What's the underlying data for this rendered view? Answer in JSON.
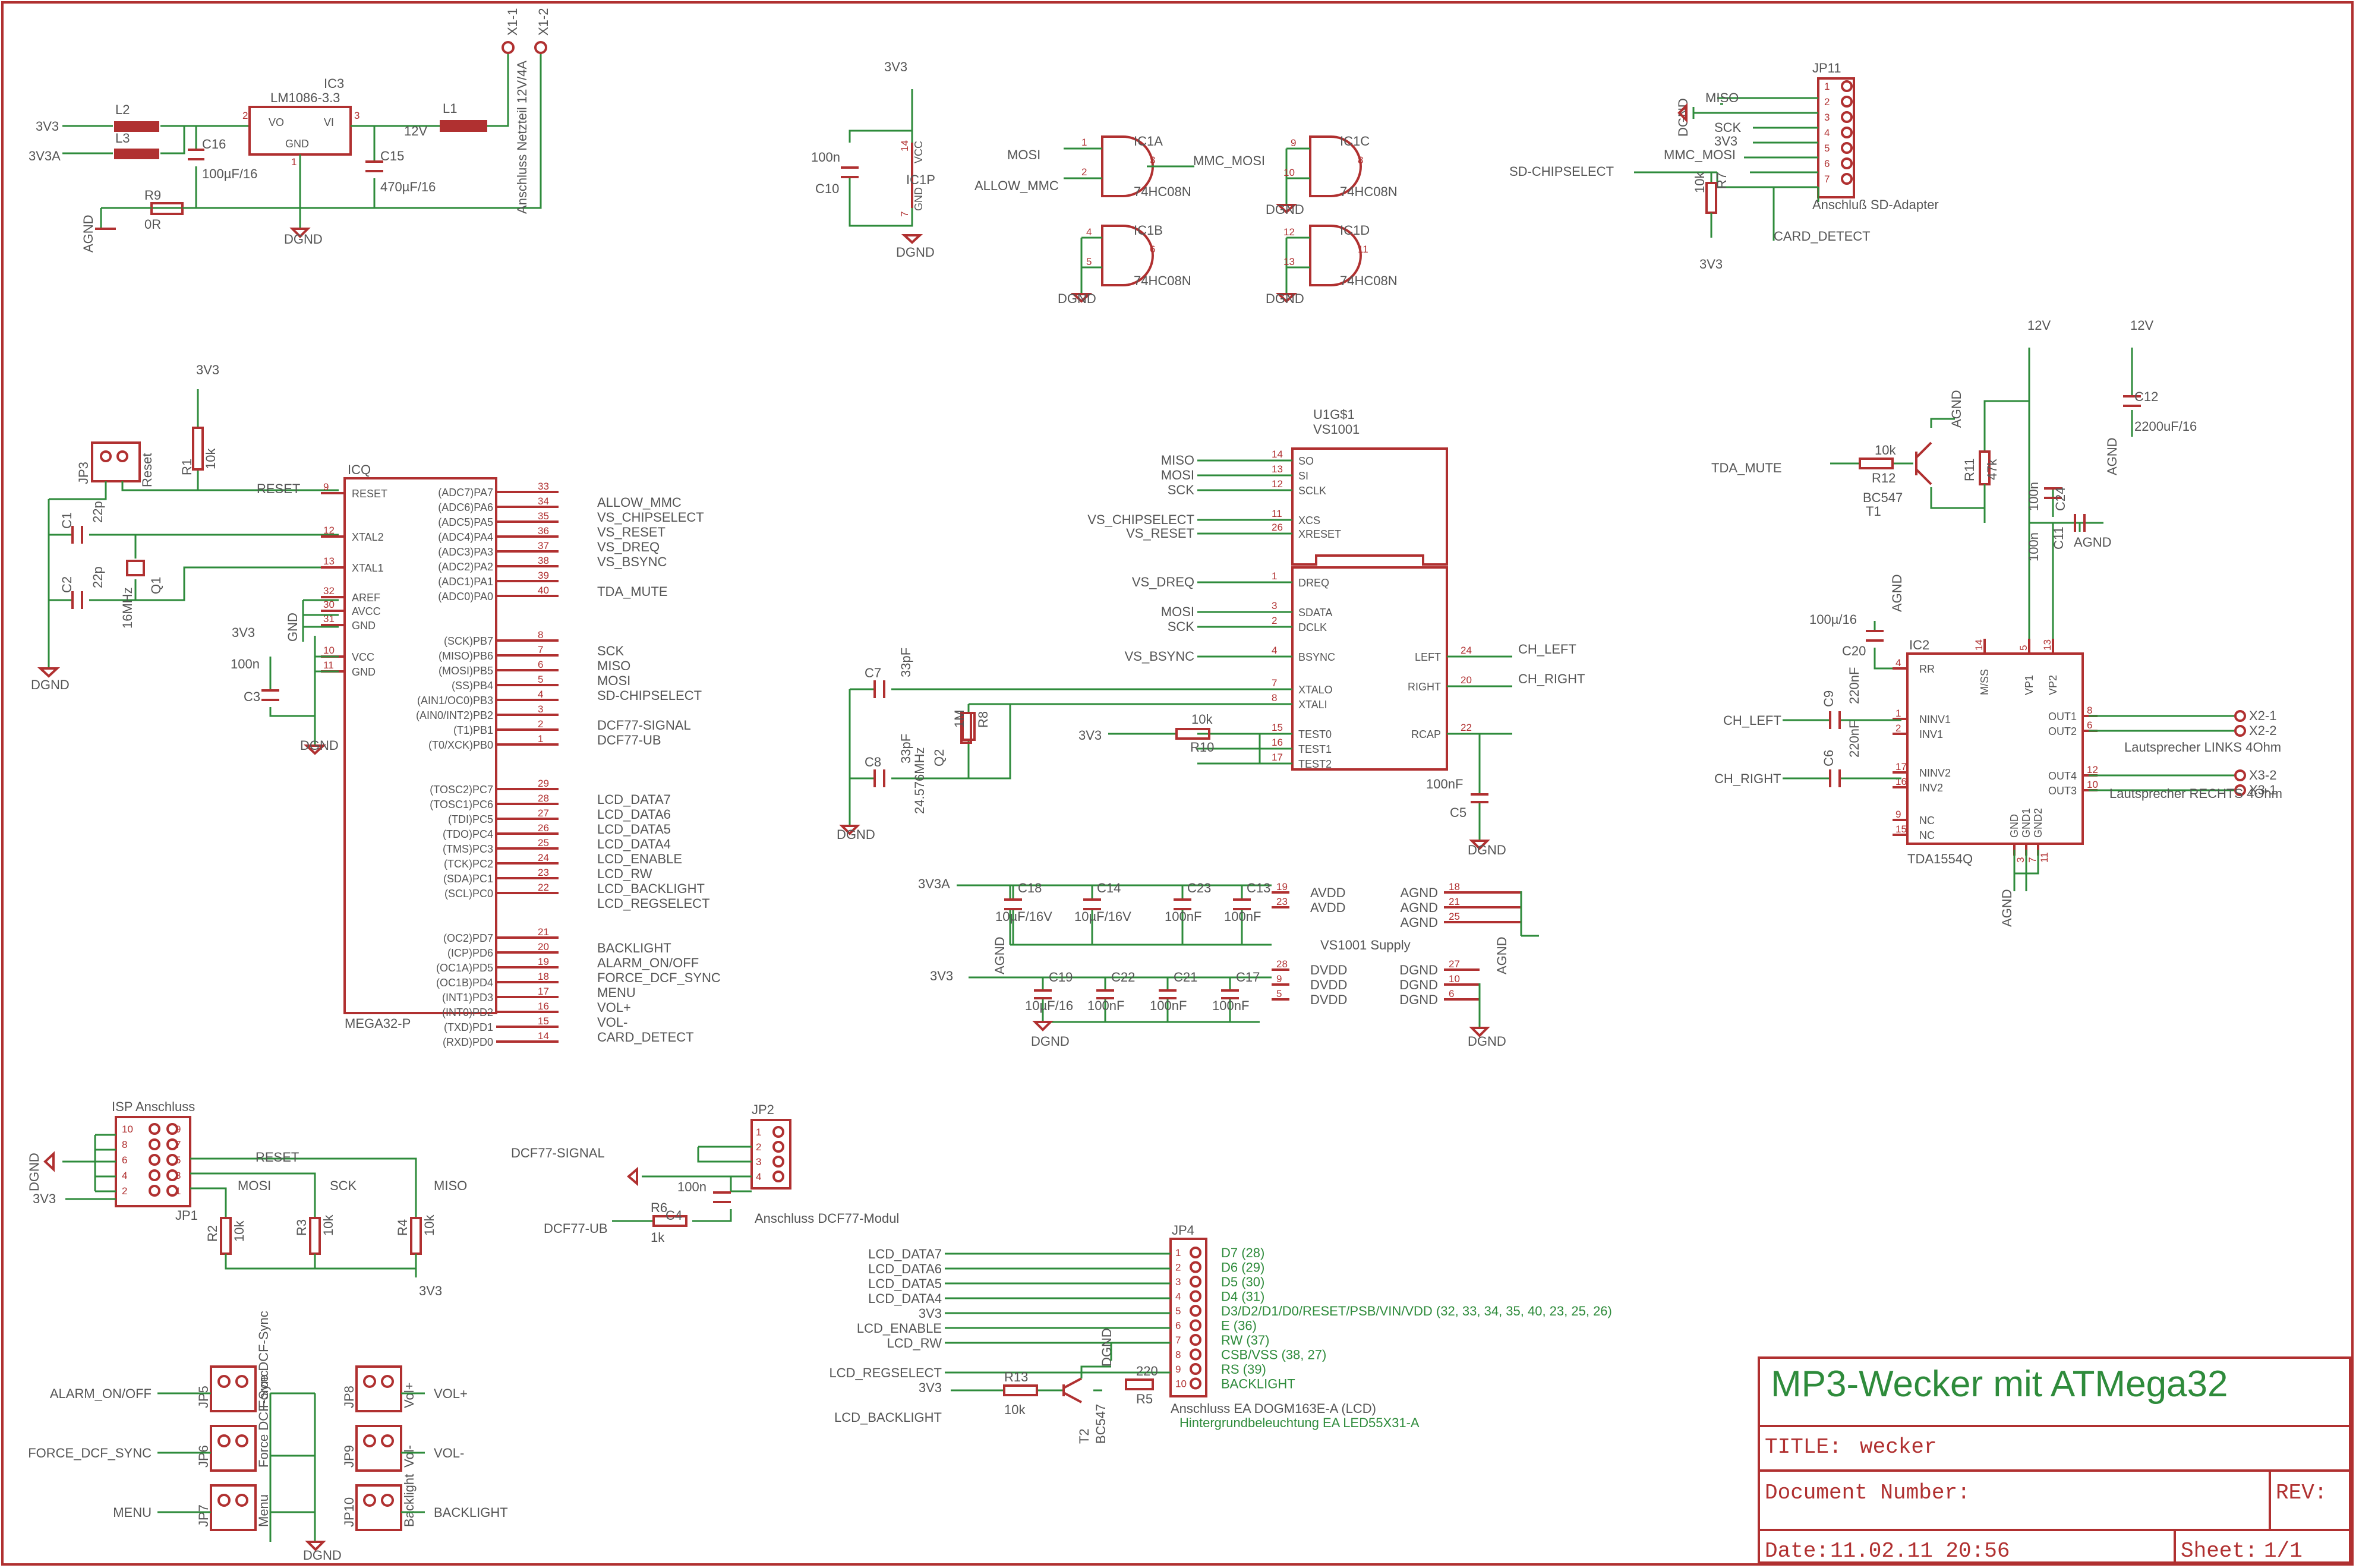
{
  "power": {
    "net_3v3": "3V3",
    "net_3v3a": "3V3A",
    "l2": "L2",
    "l3": "L3",
    "c16": "C16",
    "c16_val": "100µF/16",
    "ic3": "IC3",
    "ic3_part": "LM1086-3.3",
    "vo": "VO",
    "vi": "VI",
    "gnd": "GND",
    "pin1": "1",
    "pin2": "2",
    "pin3": "3",
    "c15": "C15",
    "c15_val": "470µF/16",
    "net_12v": "12V",
    "l1": "L1",
    "x1_1": "X1-1",
    "x1_2": "X1-2",
    "conn": "Anschluss Netzteil 12V/4A",
    "r9": "R9",
    "r9_val": "0R",
    "agnd": "AGND",
    "dgnd": "DGND"
  },
  "gates": {
    "v3": "3V3",
    "c10_val": "100n",
    "c10": "C10",
    "ic1p": "IC1P",
    "vcc": "VCC",
    "gndl": "GND",
    "p14": "14",
    "p7": "7",
    "mosi": "MOSI",
    "allow_mmc": "ALLOW_MMC",
    "ic1a": "IC1A",
    "part": "74HC08N",
    "mmc_mosi": "MMC_MOSI",
    "ic1b": "IC1B",
    "ic1c": "IC1C",
    "ic1d": "IC1D",
    "dgnd": "DGND",
    "a1": "1",
    "a2": "2",
    "a3": "3",
    "b4": "4",
    "b5": "5",
    "b6": "6",
    "c9": "9",
    "c10p": "10",
    "c8": "8",
    "d12": "12",
    "d13": "13",
    "d11": "11"
  },
  "sd": {
    "jp11": "JP11",
    "miso": "MISO",
    "sck": "SCK",
    "v3": "3V3",
    "mmc_mosi": "MMC_MOSI",
    "dgnd": "DGND",
    "sd_cs": "SD-CHIPSELECT",
    "r7": "R7",
    "r7_val": "10k",
    "v3b": "3V3",
    "adapter": "Anschluß SD-Adapter",
    "card_detect": "CARD_DETECT",
    "pins": [
      "1",
      "2",
      "3",
      "4",
      "5",
      "6",
      "7"
    ]
  },
  "mcu": {
    "v3": "3V3",
    "r1": "R1",
    "r1_val": "10k",
    "jp3": "JP3",
    "reset_label": "Reset",
    "reset_net": "RESET",
    "c1": "C1",
    "c1_val": "22p",
    "c2": "C2",
    "c2_val": "22p",
    "q1": "Q1",
    "q1_val": "16MHz",
    "dgnd": "DGND",
    "icq": "ICQ",
    "name": "MEGA32-P",
    "c3": "C3",
    "c3_val": "100n",
    "v3b": "3V3",
    "left_pins": [
      {
        "num": "9",
        "name": "RESET"
      },
      {
        "num": "12",
        "name": "XTAL2"
      },
      {
        "num": "13",
        "name": "XTAL1"
      },
      {
        "num": "32",
        "name": "AREF"
      },
      {
        "num": "30",
        "name": "AVCC"
      },
      {
        "num": "31",
        "name": "GND"
      },
      {
        "num": "10",
        "name": "VCC"
      },
      {
        "num": "11",
        "name": "GND"
      }
    ],
    "right_pins": [
      {
        "func": "(ADC7)PA7",
        "num": "33",
        "net": "ALLOW_MMC"
      },
      {
        "func": "(ADC6)PA6",
        "num": "34",
        "net": "VS_CHIPSELECT"
      },
      {
        "func": "(ADC5)PA5",
        "num": "35",
        "net": "VS_RESET"
      },
      {
        "func": "(ADC4)PA4",
        "num": "36",
        "net": "VS_DREQ"
      },
      {
        "func": "(ADC3)PA3",
        "num": "37",
        "net": "VS_BSYNC"
      },
      {
        "func": "(ADC2)PA2",
        "num": "38",
        "net": ""
      },
      {
        "func": "(ADC1)PA1",
        "num": "39",
        "net": "TDA_MUTE"
      },
      {
        "func": "(ADC0)PA0",
        "num": "40",
        "net": ""
      },
      {
        "func": "(SCK)PB7",
        "num": "8",
        "net": "SCK"
      },
      {
        "func": "(MISO)PB6",
        "num": "7",
        "net": "MISO"
      },
      {
        "func": "(MOSI)PB5",
        "num": "6",
        "net": "MOSI"
      },
      {
        "func": "(SS)PB4",
        "num": "5",
        "net": "SD-CHIPSELECT"
      },
      {
        "func": "(AIN1/OC0)PB3",
        "num": "4",
        "net": ""
      },
      {
        "func": "(AIN0/INT2)PB2",
        "num": "3",
        "net": "DCF77-SIGNAL"
      },
      {
        "func": "(T1)PB1",
        "num": "2",
        "net": "DCF77-UB"
      },
      {
        "func": "(T0/XCK)PB0",
        "num": "1",
        "net": ""
      },
      {
        "func": "(TOSC2)PC7",
        "num": "29",
        "net": "LCD_DATA7"
      },
      {
        "func": "(TOSC1)PC6",
        "num": "28",
        "net": "LCD_DATA6"
      },
      {
        "func": "(TDI)PC5",
        "num": "27",
        "net": "LCD_DATA5"
      },
      {
        "func": "(TDO)PC4",
        "num": "26",
        "net": "LCD_DATA4"
      },
      {
        "func": "(TMS)PC3",
        "num": "25",
        "net": "LCD_ENABLE"
      },
      {
        "func": "(TCK)PC2",
        "num": "24",
        "net": "LCD_RW"
      },
      {
        "func": "(SDA)PC1",
        "num": "23",
        "net": "LCD_BACKLIGHT"
      },
      {
        "func": "(SCL)PC0",
        "num": "22",
        "net": "LCD_REGSELECT"
      },
      {
        "func": "(OC2)PD7",
        "num": "21",
        "net": "BACKLIGHT"
      },
      {
        "func": "(ICP)PD6",
        "num": "20",
        "net": "ALARM_ON/OFF"
      },
      {
        "func": "(OC1A)PD5",
        "num": "19",
        "net": "FORCE_DCF_SYNC"
      },
      {
        "func": "(OC1B)PD4",
        "num": "18",
        "net": "MENU"
      },
      {
        "func": "(INT1)PD3",
        "num": "17",
        "net": "VOL+"
      },
      {
        "func": "(INT0)PD2",
        "num": "16",
        "net": "VOL-"
      },
      {
        "func": "(TXD)PD1",
        "num": "15",
        "net": "CARD_DETECT"
      },
      {
        "func": "(RXD)PD0",
        "num": "14",
        "net": ""
      }
    ]
  },
  "vs": {
    "u1": "U1G$1",
    "part": "VS1001",
    "top_pins": [
      {
        "num": "14",
        "name": "SO",
        "net": "MISO"
      },
      {
        "num": "13",
        "name": "SI",
        "net": "MOSI"
      },
      {
        "num": "12",
        "name": "SCLK",
        "net": "SCK"
      },
      {
        "num": "11",
        "name": "XCS",
        "net": "VS_CHIPSELECT"
      },
      {
        "num": "26",
        "name": "XRESET",
        "net": "VS_RESET"
      }
    ],
    "bottom_pins": [
      {
        "num": "1",
        "name": "DREQ",
        "net": "VS_DREQ"
      },
      {
        "num": "3",
        "name": "SDATA",
        "net": "MOSI"
      },
      {
        "num": "2",
        "name": "DCLK",
        "net": "SCK"
      },
      {
        "num": "4",
        "name": "BSYNC",
        "net": "VS_BSYNC"
      },
      {
        "num": "7",
        "name": "XTALO",
        "net": ""
      },
      {
        "num": "8",
        "name": "XTALI",
        "net": ""
      },
      {
        "num": "15",
        "name": "TEST0",
        "net": ""
      },
      {
        "num": "16",
        "name": "TEST1",
        "net": ""
      },
      {
        "num": "17",
        "name": "TEST2",
        "net": ""
      }
    ],
    "right_pins": [
      {
        "num": "24",
        "name": "LEFT",
        "net": "CH_LEFT"
      },
      {
        "num": "20",
        "name": "RIGHT",
        "net": "CH_RIGHT"
      },
      {
        "num": "22",
        "name": "RCAP",
        "net": ""
      }
    ],
    "c7": "C7",
    "c7_val": "33pF",
    "c8": "C8",
    "c8_val": "33pF",
    "q2": "Q2",
    "q2_val": "24.576MHz",
    "r8": "R8",
    "r8_val": "1M",
    "r10": "R10",
    "r10_val": "10k",
    "v3": "3V3",
    "c5": "C5",
    "c5_val": "100nF",
    "dgnd": "DGND"
  },
  "supply": {
    "title": "VS1001 Supply",
    "v3a": "3V3A",
    "v3": "3V3",
    "agnd": "AGND",
    "dgnd": "DGND",
    "top_caps": [
      {
        "n": "C18",
        "v": "10µF/16V"
      },
      {
        "n": "C14",
        "v": "10µF/16V"
      },
      {
        "n": "C23",
        "v": "100nF"
      },
      {
        "n": "C13",
        "v": "100nF"
      }
    ],
    "bot_caps": [
      {
        "n": "C19",
        "v": "10µF/16"
      },
      {
        "n": "C22",
        "v": "100nF"
      },
      {
        "n": "C21",
        "v": "100nF"
      },
      {
        "n": "C17",
        "v": "100nF"
      }
    ],
    "avdd": [
      {
        "num": "19",
        "name": "AVDD"
      },
      {
        "num": "23",
        "name": "AVDD"
      }
    ],
    "dvdd": [
      {
        "num": "28",
        "name": "DVDD"
      },
      {
        "num": "9",
        "name": "DVDD"
      },
      {
        "num": "5",
        "name": "DVDD"
      }
    ],
    "agnd_pins": [
      {
        "num": "18",
        "name": "AGND"
      },
      {
        "num": "21",
        "name": "AGND"
      },
      {
        "num": "25",
        "name": "AGND"
      }
    ],
    "dgnd_pins": [
      {
        "num": "27",
        "name": "DGND"
      },
      {
        "num": "10",
        "name": "DGND"
      },
      {
        "num": "6",
        "name": "DGND"
      }
    ]
  },
  "amp": {
    "v12a": "12V",
    "v12b": "12V",
    "c12": "C12",
    "c12_val": "2200uF/16",
    "agnd": "AGND",
    "tda_mute": "TDA_MUTE",
    "r12": "R12",
    "r12_val": "10k",
    "t1": "T1",
    "t1_part": "BC547",
    "r11": "R11",
    "r11_val": "47k",
    "c24": "C24",
    "c24_val": "100n",
    "c11": "C11",
    "c11_val": "100n",
    "c20": "C20",
    "c20_val": "100µ/16",
    "ic2": "IC2",
    "part": "TDA1554Q",
    "ch_left": "CH_LEFT",
    "ch_right": "CH_RIGHT",
    "c9": "C9",
    "c9_val": "220nF",
    "c6": "C6",
    "c6_val": "220nF",
    "pins_left": [
      {
        "num": "4",
        "name": "RR"
      },
      {
        "num": "1",
        "name": "NINV1"
      },
      {
        "num": "2",
        "name": "INV1"
      },
      {
        "num": "17",
        "name": "NINV2"
      },
      {
        "num": "16",
        "name": "INV2"
      },
      {
        "num": "9",
        "name": "NC"
      },
      {
        "num": "15",
        "name": "NC"
      }
    ],
    "pins_top": [
      {
        "num": "14",
        "name": "M/SS"
      },
      {
        "num": "5",
        "name": "VP1"
      },
      {
        "num": "13",
        "name": "VP2"
      }
    ],
    "pins_right": [
      {
        "num": "8",
        "name": "OUT1"
      },
      {
        "num": "6",
        "name": "OUT2"
      },
      {
        "num": "12",
        "name": "OUT4"
      },
      {
        "num": "10",
        "name": "OUT3"
      }
    ],
    "pins_bottom": [
      {
        "num": "3",
        "name": "GND"
      },
      {
        "num": "7",
        "name": "GND1"
      },
      {
        "num": "11",
        "name": "GND2"
      }
    ],
    "x2_1": "X2-1",
    "x2_2": "X2-2",
    "x3_2": "X3-2",
    "x3_1": "X3-1",
    "spk_left": "Lautsprecher LINKS 4Ohm",
    "spk_right": "Lautsprecher RECHTS 4Ohm"
  },
  "isp": {
    "title": "ISP Anschluss",
    "jp1": "JP1",
    "dgnd": "DGND",
    "v3": "3V3",
    "reset": "RESET",
    "mosi": "MOSI",
    "sck": "SCK",
    "miso": "MISO",
    "r2": "R2",
    "r3": "R3",
    "r4": "R4",
    "r_val": "10k",
    "v3b": "3V3",
    "pins": [
      "10",
      "9",
      "8",
      "7",
      "6",
      "5",
      "4",
      "3",
      "2",
      "1"
    ]
  },
  "dcf": {
    "jp2": "JP2",
    "signal": "DCF77-SIGNAL",
    "ub": "DCF77-UB",
    "r6": "R6",
    "r6_val": "1k",
    "c4": "C4",
    "c4_val": "100n",
    "conn": "Anschluss DCF77-Modul",
    "pins": [
      "1",
      "2",
      "3",
      "4"
    ]
  },
  "lcd": {
    "jp4": "JP4",
    "nets": [
      "LCD_DATA7",
      "LCD_DATA6",
      "LCD_DATA5",
      "LCD_DATA4",
      "3V3",
      "LCD_ENABLE",
      "LCD_RW",
      "",
      "LCD_REGSELECT",
      "3V3",
      "LCD_BACKLIGHT"
    ],
    "pins": [
      "1",
      "2",
      "3",
      "4",
      "5",
      "6",
      "7",
      "8",
      "9",
      "10"
    ],
    "desc": [
      "D7 (28)",
      "D6 (29)",
      "D5 (30)",
      "D4 (31)",
      "D3/D2/D1/D0/RESET/PSB/VIN/VDD (32, 33, 34, 35, 40, 23, 25, 26)",
      "E (36)",
      "RW (37)",
      "CSB/VSS (38, 27)",
      "RS (39)",
      "BACKLIGHT"
    ],
    "dgnd": "DGND",
    "r13": "R13",
    "r13_val": "10k",
    "r5": "R5",
    "r5_val": "220",
    "t2": "T2",
    "t2_part": "BC547",
    "conn1": "Anschluss EA DOGM163E-A (LCD)",
    "conn2": "Hintergrundbeleuchtung EA LED55X31-A"
  },
  "buttons": {
    "items": [
      {
        "net": "ALARM_ON/OFF",
        "jp": "JP5",
        "lbl": "Force DCF-Sync"
      },
      {
        "net": "FORCE_DCF_SYNC",
        "jp": "JP6",
        "lbl": "Force DCF-Sync"
      },
      {
        "net": "MENU",
        "jp": "JP7",
        "lbl": "Menu"
      },
      {
        "net": "VOL+",
        "jp": "JP8",
        "lbl": "Vol+"
      },
      {
        "net": "VOL-",
        "jp": "JP9",
        "lbl": "Vol-"
      },
      {
        "net": "BACKLIGHT",
        "jp": "JP10",
        "lbl": "Backlight"
      }
    ],
    "dgnd": "DGND"
  },
  "titleblock": {
    "heading": "MP3-Wecker mit ATMega32",
    "title_label": "TITLE:",
    "title_value": "wecker",
    "docnum_label": "Document Number:",
    "rev_label": "REV:",
    "date_label": "Date:",
    "date_value": "11.02.11 20:56",
    "sheet_label": "Sheet:",
    "sheet_value": "1/1"
  },
  "colors": {
    "wire": "#2e8b3b",
    "part": "#b03030",
    "text": "#555555"
  }
}
